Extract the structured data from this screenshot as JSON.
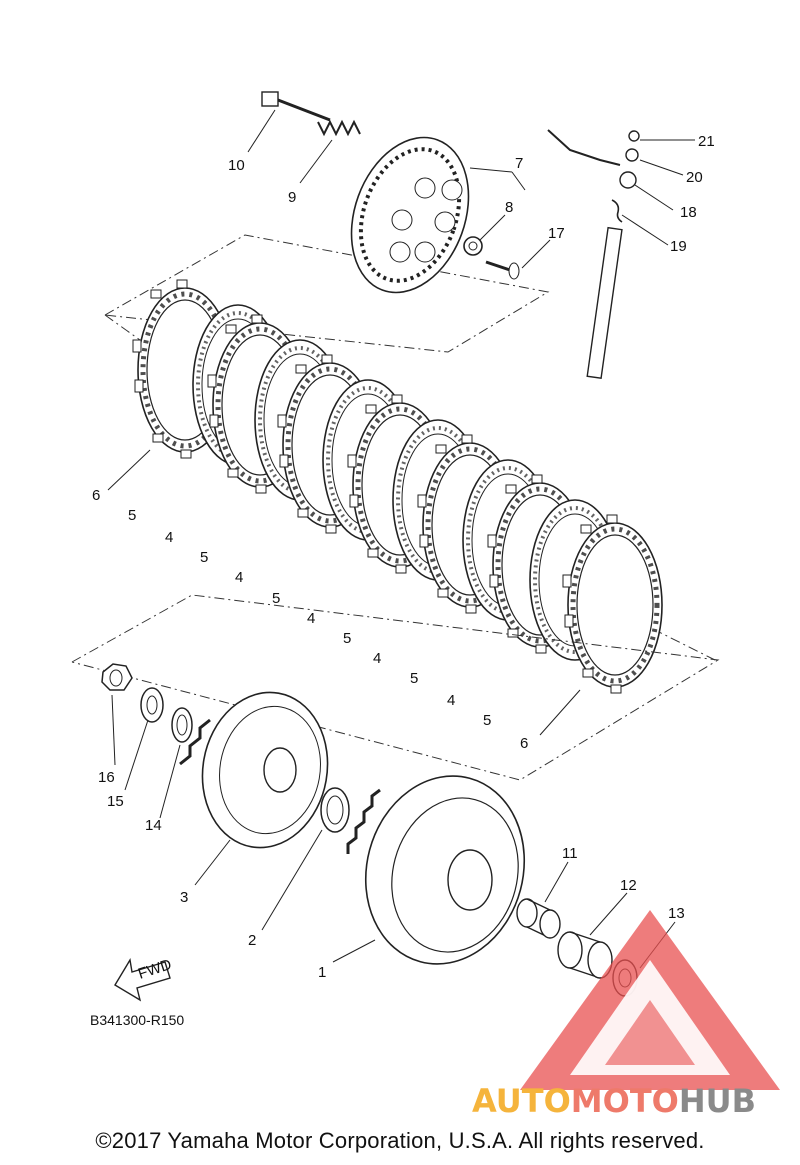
{
  "diagram": {
    "part_numbers": [
      "1",
      "2",
      "3",
      "4",
      "5",
      "6",
      "7",
      "8",
      "9",
      "10",
      "11",
      "12",
      "13",
      "14",
      "15",
      "16",
      "17",
      "18",
      "19",
      "20",
      "21"
    ],
    "callouts": [
      "10",
      "9",
      "7",
      "8",
      "17",
      "21",
      "20",
      "18",
      "19",
      "6",
      "5",
      "4",
      "5",
      "4",
      "5",
      "4",
      "5",
      "4",
      "5",
      "4",
      "5",
      "6",
      "16",
      "15",
      "14",
      "3",
      "2",
      "1",
      "11",
      "12",
      "13"
    ],
    "fwd_label": "FWD",
    "diagram_code": "B341300-R150"
  },
  "watermark": {
    "brand_parts": [
      "AUTO",
      "MOTO",
      "HUB"
    ],
    "colors": {
      "triangle": "#e85050",
      "auto": "#f5b43c",
      "moto": "#ee7a6a",
      "hub": "#8a8a8a"
    }
  },
  "footer": {
    "copyright": "©2017 Yamaha Motor Corporation, U.S.A. All rights reserved."
  }
}
